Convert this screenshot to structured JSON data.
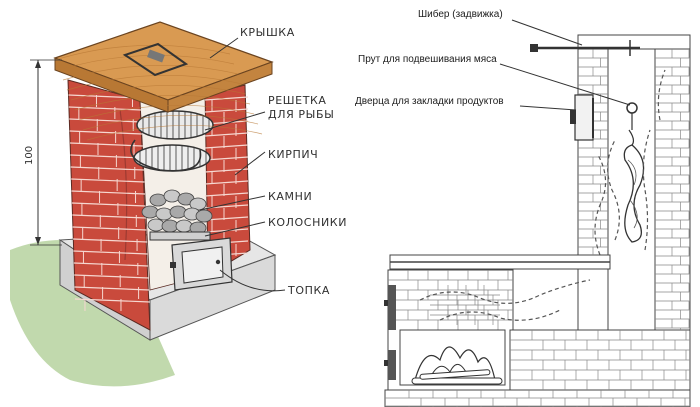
{
  "colors": {
    "brick": "#c94a3c",
    "brick_dark": "#9d3a31",
    "wood": "#d99a52",
    "wood_dark": "#b87834",
    "stone": "#b8b8b8",
    "grass": "#a7c98a",
    "line": "#3a3a3a"
  },
  "left_figure": {
    "labels": {
      "lid": "КРЫШКА",
      "grill_line1": "РЕШЕТКА",
      "grill_line2": "ДЛЯ РЫБЫ",
      "brick": "КИРПИЧ",
      "stones": "КАМНИ",
      "grate": "КОЛОСНИКИ",
      "firebox": "ТОПКА"
    },
    "height_dimension": "100"
  },
  "right_figure": {
    "labels": {
      "damper": "Шибер (задвижка)",
      "rod": "Прут для подвешивания мяса",
      "door": "Дверца для закладки продуктов"
    }
  }
}
